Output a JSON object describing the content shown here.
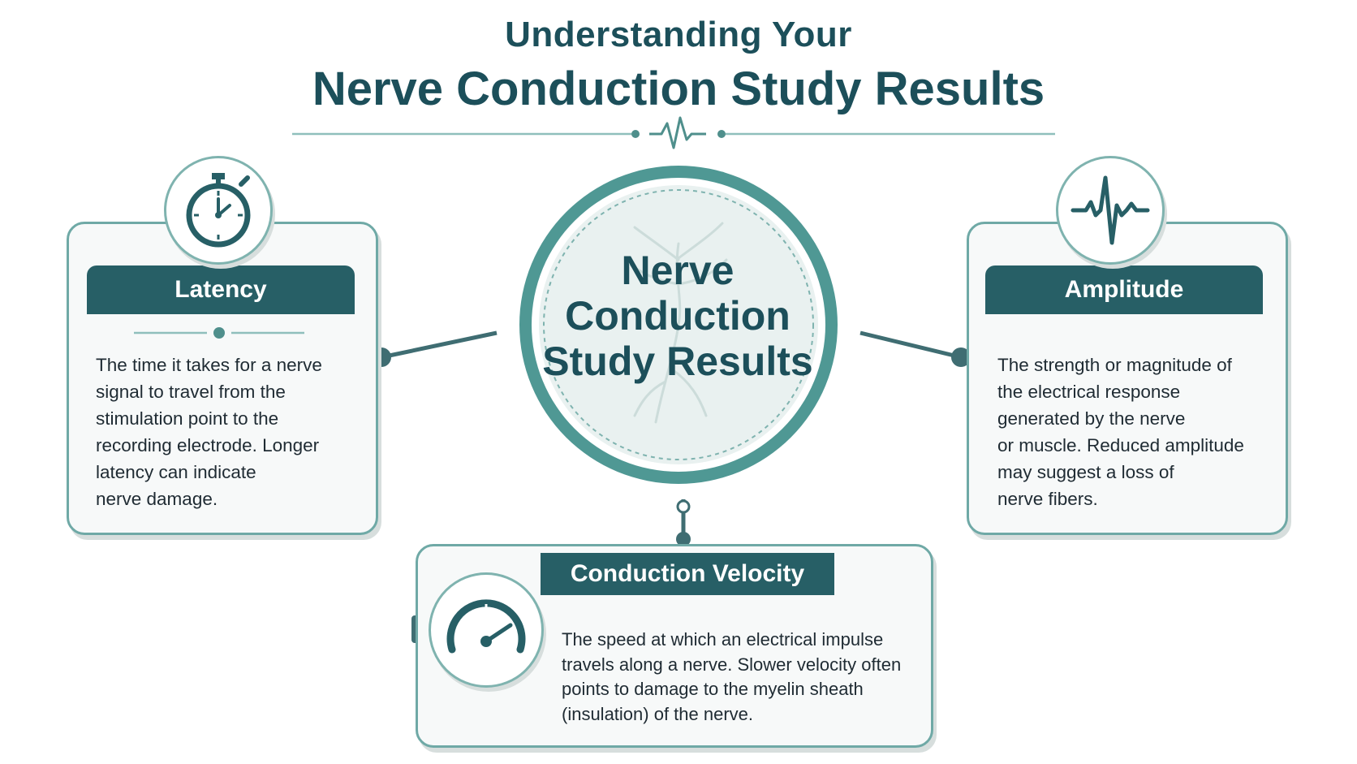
{
  "title": {
    "line1": "Understanding Your",
    "line2": "Nerve Conduction Study Results"
  },
  "center": {
    "label": "Nerve\nConduction\nStudy Results"
  },
  "cards": {
    "latency": {
      "title": "Latency",
      "text": "The time it takes for a nerve\nsignal to travel from the\nstimulation point to the\nrecording electrode. Longer\nlatency can indicate\nnerve damage.",
      "icon": "stopwatch-icon"
    },
    "amplitude": {
      "title": "Amplitude",
      "text": "The strength or magnitude of\nthe electrical response\ngenerated by the nerve\nor muscle. Reduced amplitude\nmay suggest a loss of\nnerve fibers.",
      "icon": "heartbeat-icon"
    },
    "velocity": {
      "title": "Conduction Velocity",
      "text": "The speed at which an electrical impulse\ntravels along a nerve. Slower velocity often\npoints to damage to the myelin sheath\n(insulation) of the nerve.",
      "icon": "speedometer-icon"
    }
  },
  "colors": {
    "primary": "#1c4f5a",
    "banner": "#275f66",
    "accent": "#4f8f8c",
    "border": "#6fa9a6"
  }
}
